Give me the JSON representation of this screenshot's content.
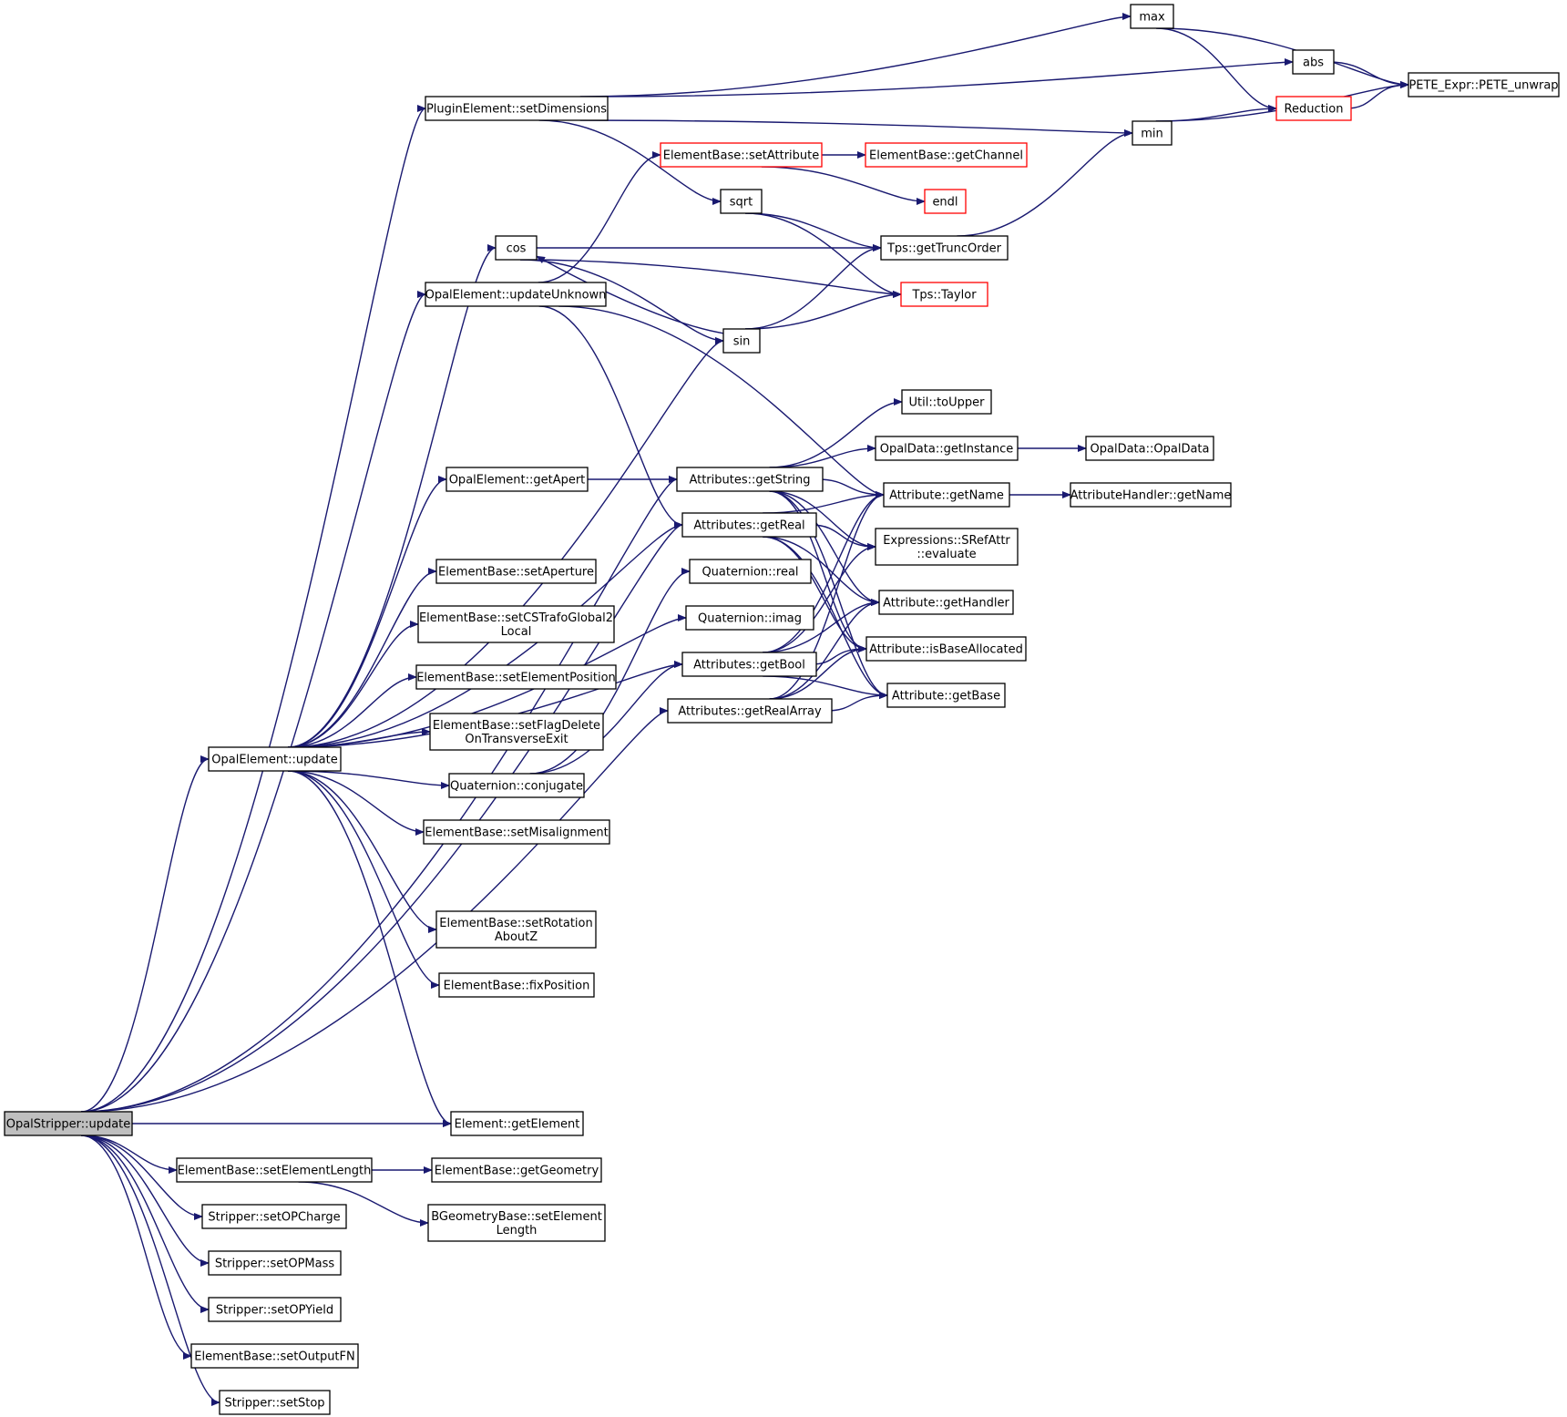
{
  "diagram": {
    "type": "call-graph",
    "edge_color": "#191970",
    "incomplete_node_border": "#ff0000",
    "root_fill": "#bfbfbf",
    "nodes": [
      {
        "id": "opalstripper_update",
        "lines": [
          "OpalStripper::update"
        ],
        "style": "root"
      },
      {
        "id": "pluginelement_setdimensions",
        "lines": [
          "PluginElement::setDimensions"
        ],
        "style": "normal"
      },
      {
        "id": "opalelement_updateunknown",
        "lines": [
          "OpalElement::updateUnknown"
        ],
        "style": "normal"
      },
      {
        "id": "opalelement_update",
        "lines": [
          "OpalElement::update"
        ],
        "style": "normal"
      },
      {
        "id": "elementbase_setelementlength",
        "lines": [
          "ElementBase::setElementLength"
        ],
        "style": "normal"
      },
      {
        "id": "stripper_setopcharge",
        "lines": [
          "Stripper::setOPCharge"
        ],
        "style": "normal"
      },
      {
        "id": "stripper_setopmass",
        "lines": [
          "Stripper::setOPMass"
        ],
        "style": "normal"
      },
      {
        "id": "stripper_setopyield",
        "lines": [
          "Stripper::setOPYield"
        ],
        "style": "normal"
      },
      {
        "id": "elementbase_setoutputfn",
        "lines": [
          "ElementBase::setOutputFN"
        ],
        "style": "normal"
      },
      {
        "id": "stripper_setstop",
        "lines": [
          "Stripper::setStop"
        ],
        "style": "normal"
      },
      {
        "id": "cos",
        "lines": [
          "cos"
        ],
        "style": "normal"
      },
      {
        "id": "opalelement_getapert",
        "lines": [
          "OpalElement::getApert"
        ],
        "style": "normal"
      },
      {
        "id": "elementbase_setaperture",
        "lines": [
          "ElementBase::setAperture"
        ],
        "style": "normal"
      },
      {
        "id": "elementbase_setcstrafo",
        "lines": [
          "ElementBase::setCSTrafoGlobal2",
          "Local"
        ],
        "style": "normal"
      },
      {
        "id": "elementbase_setelementposition",
        "lines": [
          "ElementBase::setElementPosition"
        ],
        "style": "normal"
      },
      {
        "id": "elementbase_setflagdelete",
        "lines": [
          "ElementBase::setFlagDelete",
          "OnTransverseExit"
        ],
        "style": "normal"
      },
      {
        "id": "quaternion_conjugate",
        "lines": [
          "Quaternion::conjugate"
        ],
        "style": "normal"
      },
      {
        "id": "elementbase_setmisalignment",
        "lines": [
          "ElementBase::setMisalignment"
        ],
        "style": "normal"
      },
      {
        "id": "elementbase_setrotation",
        "lines": [
          "ElementBase::setRotation",
          "AboutZ"
        ],
        "style": "normal"
      },
      {
        "id": "elementbase_fixposition",
        "lines": [
          "ElementBase::fixPosition"
        ],
        "style": "normal"
      },
      {
        "id": "element_getelement",
        "lines": [
          "Element::getElement"
        ],
        "style": "normal"
      },
      {
        "id": "elementbase_getgeometry",
        "lines": [
          "ElementBase::getGeometry"
        ],
        "style": "normal"
      },
      {
        "id": "bgeometrybase_setelementlength",
        "lines": [
          "BGeometryBase::setElement",
          "Length"
        ],
        "style": "normal"
      },
      {
        "id": "elementbase_setattribute",
        "lines": [
          "ElementBase::setAttribute"
        ],
        "style": "red"
      },
      {
        "id": "sqrt",
        "lines": [
          "sqrt"
        ],
        "style": "normal"
      },
      {
        "id": "sin",
        "lines": [
          "sin"
        ],
        "style": "normal"
      },
      {
        "id": "attributes_getstring",
        "lines": [
          "Attributes::getString"
        ],
        "style": "normal"
      },
      {
        "id": "attributes_getreal",
        "lines": [
          "Attributes::getReal"
        ],
        "style": "normal"
      },
      {
        "id": "quaternion_real",
        "lines": [
          "Quaternion::real"
        ],
        "style": "normal"
      },
      {
        "id": "quaternion_imag",
        "lines": [
          "Quaternion::imag"
        ],
        "style": "normal"
      },
      {
        "id": "attributes_getbool",
        "lines": [
          "Attributes::getBool"
        ],
        "style": "normal"
      },
      {
        "id": "attributes_getrealarray",
        "lines": [
          "Attributes::getRealArray"
        ],
        "style": "normal"
      },
      {
        "id": "max",
        "lines": [
          "max"
        ],
        "style": "normal"
      },
      {
        "id": "min",
        "lines": [
          "min"
        ],
        "style": "normal"
      },
      {
        "id": "abs",
        "lines": [
          "abs"
        ],
        "style": "normal"
      },
      {
        "id": "elementbase_getchannel",
        "lines": [
          "ElementBase::getChannel"
        ],
        "style": "red"
      },
      {
        "id": "endl",
        "lines": [
          "endl"
        ],
        "style": "red"
      },
      {
        "id": "tps_gettruncorder",
        "lines": [
          "Tps::getTruncOrder"
        ],
        "style": "normal"
      },
      {
        "id": "tps_taylor",
        "lines": [
          "Tps::Taylor"
        ],
        "style": "red"
      },
      {
        "id": "util_toupper",
        "lines": [
          "Util::toUpper"
        ],
        "style": "normal"
      },
      {
        "id": "opaldata_getinstance",
        "lines": [
          "OpalData::getInstance"
        ],
        "style": "normal"
      },
      {
        "id": "attribute_getname",
        "lines": [
          "Attribute::getName"
        ],
        "style": "normal"
      },
      {
        "id": "expressions_srefattr_evaluate",
        "lines": [
          "Expressions::SRefAttr",
          "::evaluate"
        ],
        "style": "normal"
      },
      {
        "id": "attribute_gethandler",
        "lines": [
          "Attribute::getHandler"
        ],
        "style": "normal"
      },
      {
        "id": "attribute_isbaseallocated",
        "lines": [
          "Attribute::isBaseAllocated"
        ],
        "style": "normal"
      },
      {
        "id": "attribute_getbase",
        "lines": [
          "Attribute::getBase"
        ],
        "style": "normal"
      },
      {
        "id": "reduction",
        "lines": [
          "Reduction"
        ],
        "style": "red"
      },
      {
        "id": "pete_unwrap",
        "lines": [
          "PETE_Expr::PETE_unwrap"
        ],
        "style": "normal"
      },
      {
        "id": "opaldata_opaldata",
        "lines": [
          "OpalData::OpalData"
        ],
        "style": "normal"
      },
      {
        "id": "attributehandler_getname",
        "lines": [
          "AttributeHandler::getName"
        ],
        "style": "normal"
      }
    ],
    "edges": [
      [
        "opalstripper_update",
        "pluginelement_setdimensions"
      ],
      [
        "opalstripper_update",
        "opalelement_updateunknown"
      ],
      [
        "opalstripper_update",
        "attributes_getstring"
      ],
      [
        "opalstripper_update",
        "attributes_getreal"
      ],
      [
        "opalstripper_update",
        "opalelement_update"
      ],
      [
        "opalstripper_update",
        "attributes_getrealarray"
      ],
      [
        "opalstripper_update",
        "element_getelement"
      ],
      [
        "opalstripper_update",
        "elementbase_setelementlength"
      ],
      [
        "opalstripper_update",
        "stripper_setopcharge"
      ],
      [
        "opalstripper_update",
        "stripper_setopmass"
      ],
      [
        "opalstripper_update",
        "stripper_setopyield"
      ],
      [
        "opalstripper_update",
        "elementbase_setoutputfn"
      ],
      [
        "opalstripper_update",
        "stripper_setstop"
      ],
      [
        "pluginelement_setdimensions",
        "max"
      ],
      [
        "pluginelement_setdimensions",
        "abs"
      ],
      [
        "pluginelement_setdimensions",
        "min"
      ],
      [
        "pluginelement_setdimensions",
        "sqrt"
      ],
      [
        "opalelement_updateunknown",
        "elementbase_setattribute"
      ],
      [
        "opalelement_updateunknown",
        "attributes_getreal"
      ],
      [
        "opalelement_updateunknown",
        "attribute_getname"
      ],
      [
        "opalelement_update",
        "cos"
      ],
      [
        "opalelement_update",
        "sin"
      ],
      [
        "opalelement_update",
        "opalelement_getapert"
      ],
      [
        "opalelement_update",
        "attributes_getreal"
      ],
      [
        "opalelement_update",
        "elementbase_setaperture"
      ],
      [
        "opalelement_update",
        "elementbase_setcstrafo"
      ],
      [
        "opalelement_update",
        "elementbase_setelementposition"
      ],
      [
        "opalelement_update",
        "elementbase_setflagdelete"
      ],
      [
        "opalelement_update",
        "quaternion_conjugate"
      ],
      [
        "opalelement_update",
        "elementbase_setmisalignment"
      ],
      [
        "opalelement_update",
        "elementbase_setrotation"
      ],
      [
        "opalelement_update",
        "elementbase_fixposition"
      ],
      [
        "opalelement_update",
        "element_getelement"
      ],
      [
        "opalelement_update",
        "attributes_getbool"
      ],
      [
        "opalelement_update",
        "quaternion_imag"
      ],
      [
        "opalelement_getapert",
        "attributes_getstring"
      ],
      [
        "elementbase_setelementlength",
        "elementbase_getgeometry"
      ],
      [
        "elementbase_setelementlength",
        "bgeometrybase_setelementlength"
      ],
      [
        "quaternion_conjugate",
        "quaternion_real"
      ],
      [
        "quaternion_conjugate",
        "attributes_getbool"
      ],
      [
        "elementbase_setattribute",
        "elementbase_getchannel"
      ],
      [
        "elementbase_setattribute",
        "endl"
      ],
      [
        "sqrt",
        "tps_gettruncorder"
      ],
      [
        "sqrt",
        "tps_taylor"
      ],
      [
        "cos",
        "tps_gettruncorder"
      ],
      [
        "cos",
        "tps_taylor"
      ],
      [
        "cos",
        "sin"
      ],
      [
        "sin",
        "cos"
      ],
      [
        "sin",
        "tps_gettruncorder"
      ],
      [
        "sin",
        "tps_taylor"
      ],
      [
        "tps_gettruncorder",
        "min"
      ],
      [
        "max",
        "reduction"
      ],
      [
        "max",
        "pete_unwrap"
      ],
      [
        "abs",
        "pete_unwrap"
      ],
      [
        "min",
        "reduction"
      ],
      [
        "min",
        "pete_unwrap"
      ],
      [
        "reduction",
        "pete_unwrap"
      ],
      [
        "attributes_getstring",
        "util_toupper"
      ],
      [
        "attributes_getstring",
        "opaldata_getinstance"
      ],
      [
        "attributes_getstring",
        "attribute_getname"
      ],
      [
        "attributes_getstring",
        "expressions_srefattr_evaluate"
      ],
      [
        "attributes_getstring",
        "attribute_gethandler"
      ],
      [
        "attributes_getstring",
        "attribute_isbaseallocated"
      ],
      [
        "attributes_getstring",
        "attribute_getbase"
      ],
      [
        "attributes_getreal",
        "attribute_getname"
      ],
      [
        "attributes_getreal",
        "expressions_srefattr_evaluate"
      ],
      [
        "attributes_getreal",
        "attribute_gethandler"
      ],
      [
        "attributes_getreal",
        "attribute_isbaseallocated"
      ],
      [
        "attributes_getreal",
        "attribute_getbase"
      ],
      [
        "attributes_getbool",
        "attribute_getname"
      ],
      [
        "attributes_getbool",
        "expressions_srefattr_evaluate"
      ],
      [
        "attributes_getbool",
        "attribute_gethandler"
      ],
      [
        "attributes_getbool",
        "attribute_isbaseallocated"
      ],
      [
        "attributes_getbool",
        "attribute_getbase"
      ],
      [
        "attributes_getrealarray",
        "attribute_getname"
      ],
      [
        "attributes_getrealarray",
        "attribute_gethandler"
      ],
      [
        "attributes_getrealarray",
        "attribute_isbaseallocated"
      ],
      [
        "attributes_getrealarray",
        "attribute_getbase"
      ],
      [
        "opaldata_getinstance",
        "opaldata_opaldata"
      ],
      [
        "attribute_getname",
        "attributehandler_getname"
      ]
    ]
  }
}
